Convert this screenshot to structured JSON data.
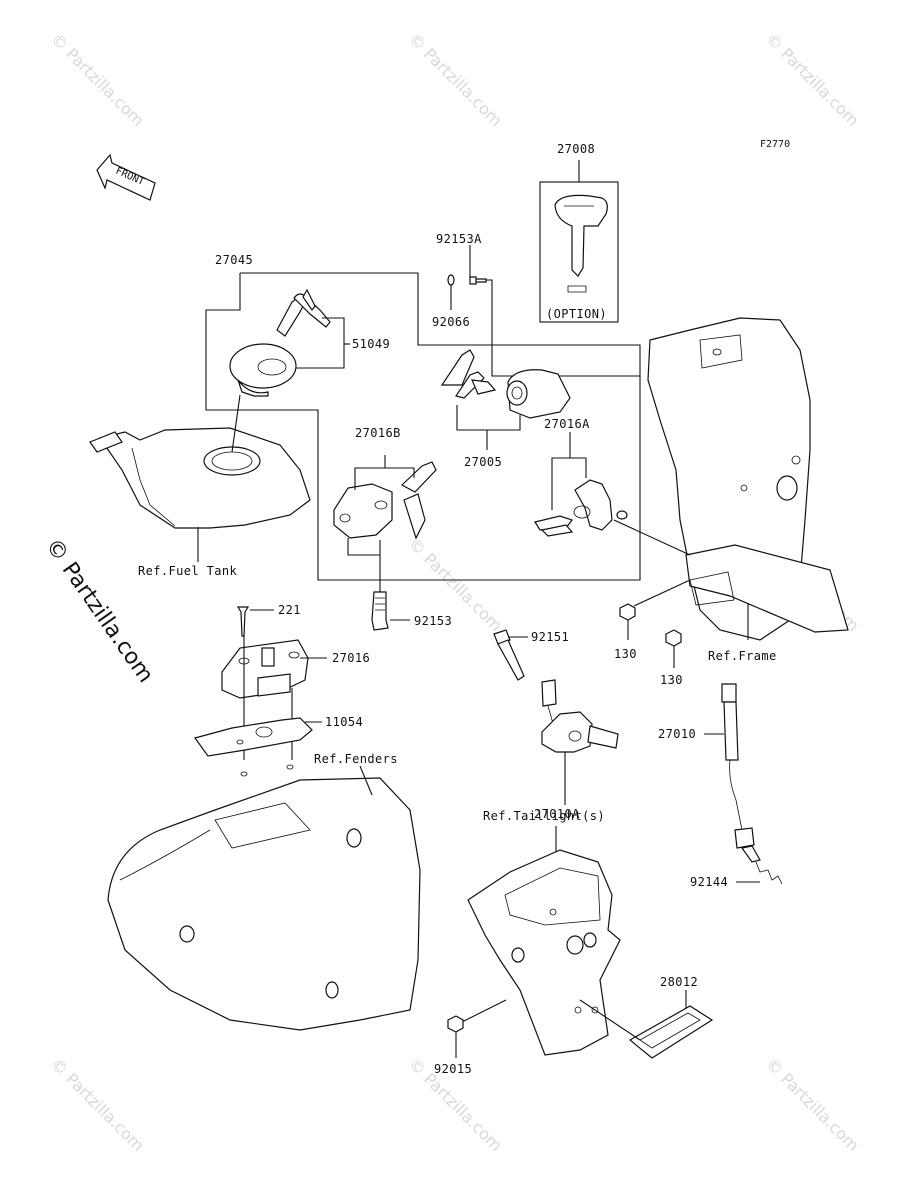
{
  "figure_code": "F2770",
  "front_label": "FRONT",
  "watermark_text": "© Partzilla.com",
  "side_watermark": "© Partzilla.com",
  "labels": {
    "p27008": "27008",
    "option": "(OPTION)",
    "p92153A": "92153A",
    "p92066": "92066",
    "p27045": "27045",
    "p51049": "51049",
    "p27005": "27005",
    "p27016B": "27016B",
    "p27016A": "27016A",
    "ref_fuel_tank": "Ref.Fuel Tank",
    "p221": "221",
    "p92153": "92153",
    "p27016": "27016",
    "p11054": "11054",
    "ref_fenders": "Ref.Fenders",
    "p92151": "92151",
    "p130a": "130",
    "p130b": "130",
    "ref_frame": "Ref.Frame",
    "p27010": "27010",
    "p27010A": "27010A",
    "ref_taillight": "Ref.Taillight(s)",
    "p92144": "92144",
    "p28012": "28012",
    "p92015": "92015"
  },
  "colors": {
    "line": "#111111",
    "watermark": "#d8d8d8",
    "background": "#ffffff"
  }
}
